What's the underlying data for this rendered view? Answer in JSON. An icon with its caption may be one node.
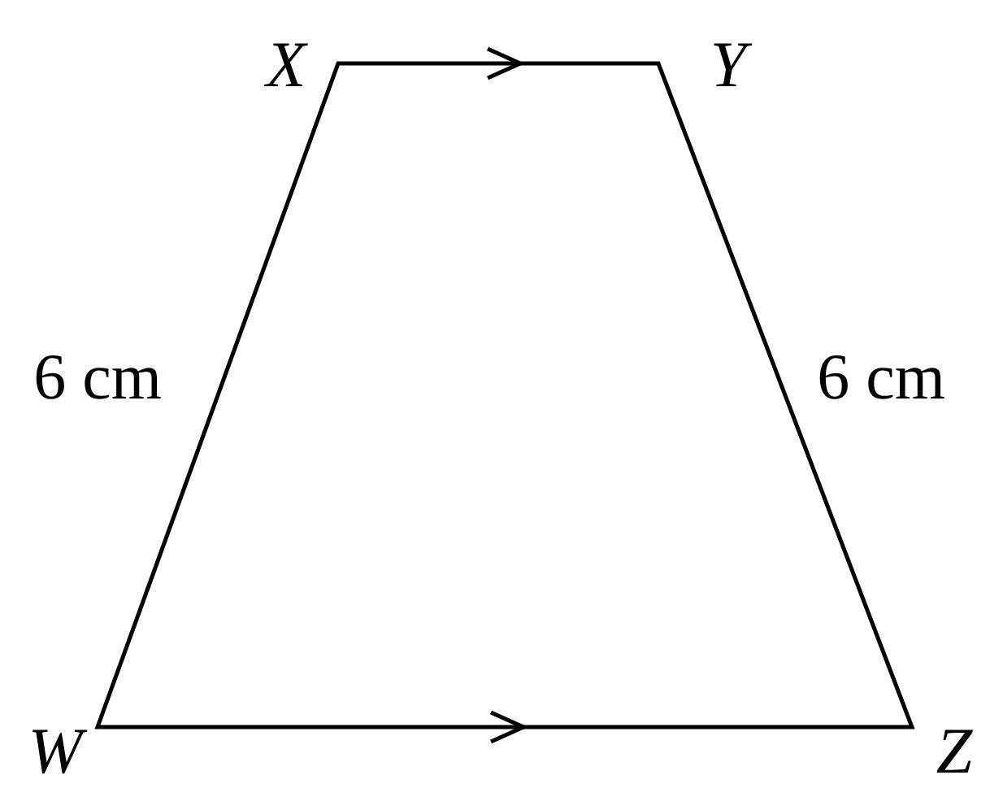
{
  "diagram": {
    "labels": [
      "X",
      "Y",
      "6 cm",
      "6 cm",
      "W",
      "Z"
    ]
  }
}
